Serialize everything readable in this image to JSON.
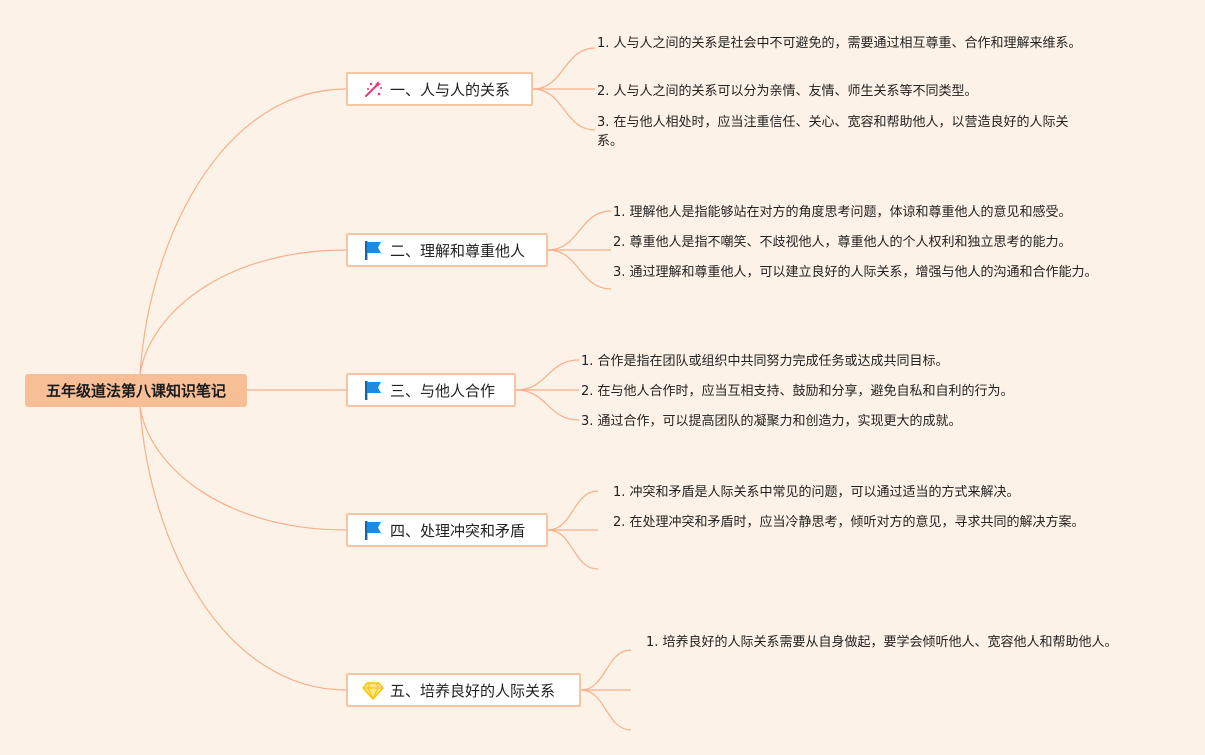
{
  "root": {
    "title": "五年级道法第八课知识笔记"
  },
  "branches": [
    {
      "label": "一、人与人的关系",
      "icon": "magic-wand-icon",
      "items": [
        "1. 人与人之间的关系是社会中不可避免的，需要通过相互尊重、合作和理解来维系。",
        "2. 人与人之间的关系可以分为亲情、友情、师生关系等不同类型。",
        "3. 在与他人相处时，应当注重信任、关心、宽容和帮助他人，以营造良好的人际关系。"
      ]
    },
    {
      "label": "二、理解和尊重他人",
      "icon": "blue-flag-icon",
      "items": [
        "1. 理解他人是指能够站在对方的角度思考问题，体谅和尊重他人的意见和感受。",
        "2. 尊重他人是指不嘲笑、不歧视他人，尊重他人的个人权利和独立思考的能力。",
        "3. 通过理解和尊重他人，可以建立良好的人际关系，增强与他人的沟通和合作能力。"
      ]
    },
    {
      "label": "三、与他人合作",
      "icon": "blue-flag-icon",
      "items": [
        "1. 合作是指在团队或组织中共同努力完成任务或达成共同目标。",
        "2. 在与他人合作时，应当互相支持、鼓励和分享，避免自私和自利的行为。",
        "3. 通过合作，可以提高团队的凝聚力和创造力，实现更大的成就。"
      ]
    },
    {
      "label": "四、处理冲突和矛盾",
      "icon": "blue-flag-icon",
      "items": [
        "1. 冲突和矛盾是人际关系中常见的问题，可以通过适当的方式来解决。",
        "2. 在处理冲突和矛盾时，应当冷静思考，倾听对方的意见，寻求共同的解决方案。",
        ""
      ]
    },
    {
      "label": "五、培养良好的人际关系",
      "icon": "diamond-icon",
      "items": [
        "1. 培养良好的人际关系需要从自身做起，要学会倾听他人、宽容他人和帮助他人。",
        "",
        ""
      ]
    }
  ],
  "colors": {
    "background": "#fdf2e7",
    "root_fill": "#f8bf96",
    "branch_border": "#f7c4a4",
    "link": "#f6b08b",
    "flag_blue": "#1e8be0",
    "diamond_yellow": "#f5c400",
    "wand_pink": "#e23a7a"
  }
}
